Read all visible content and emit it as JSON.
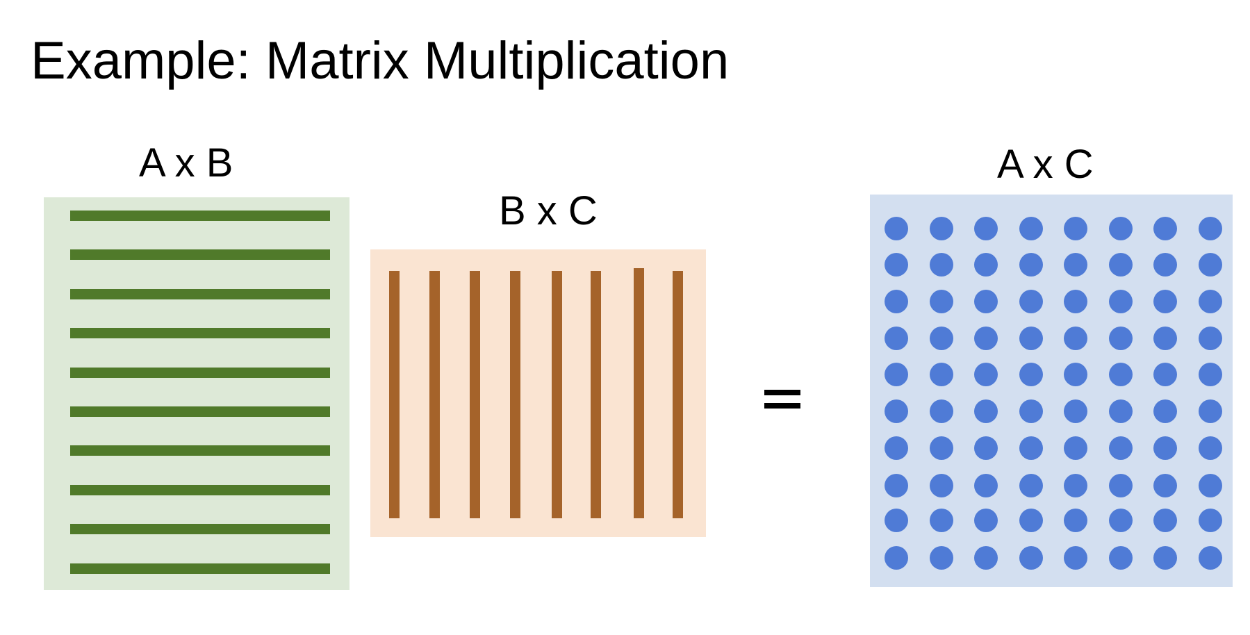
{
  "title": "Example: Matrix Multiplication",
  "matrices": {
    "left": {
      "label": "A x B",
      "fill_color": "#dde9d7",
      "mark_color": "#507a2a",
      "row_count": 10
    },
    "middle": {
      "label": "B x C",
      "fill_color": "#fae4d2",
      "mark_color": "#a5632a",
      "column_count": 8
    },
    "right": {
      "label": "A x C",
      "fill_color": "#d3dff0",
      "mark_color": "#4f7bd6",
      "rows": 10,
      "columns": 8
    }
  },
  "operator": "="
}
